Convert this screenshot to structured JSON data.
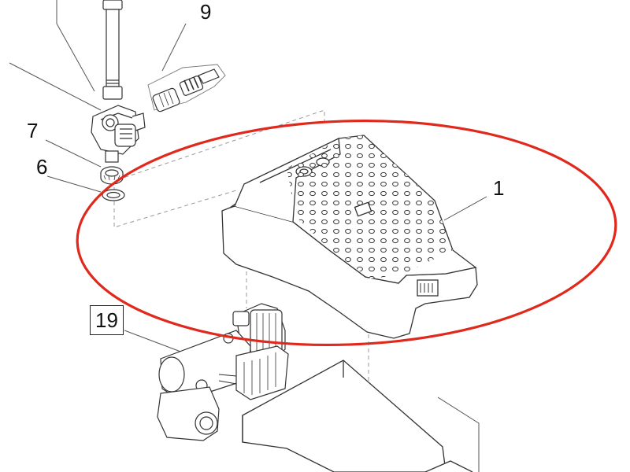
{
  "callouts": {
    "part_1": "1",
    "part_6": "6",
    "part_7": "7",
    "part_9": "9",
    "part_19": "19"
  },
  "highlight": {
    "shape": "ellipse",
    "color": "#e0291c"
  },
  "colors": {
    "line": "#333333",
    "leader": "#666666",
    "dashed": "#999999"
  },
  "icons": {
    "pipe": "vertical-pipe-icon",
    "hose_connector": "hose-connector-icon",
    "t_valve": "t-valve-icon",
    "housing_cover": "housing-cover-icon",
    "uvc_clarifier": "uvc-clarifier-icon",
    "pump": "pump-icon",
    "base": "base-housing-icon"
  }
}
